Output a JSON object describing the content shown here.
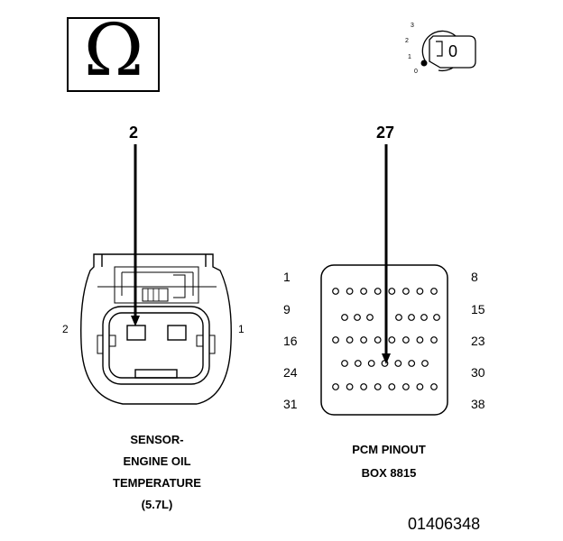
{
  "meter_symbol": "Ω",
  "ignition_key": {
    "icon": "ignition-key-icon",
    "positions": [
      "3",
      "2",
      "1",
      "0"
    ],
    "current": "0"
  },
  "sensor_connector": {
    "callout_pin": "2",
    "cavity_left": "2",
    "cavity_right": "1",
    "caption_lines": [
      "SENSOR-",
      "ENGINE OIL",
      "TEMPERATURE",
      "(5.7L)"
    ]
  },
  "pcm_connector": {
    "callout_pin": "27",
    "row_start_labels": [
      "1",
      "9",
      "16",
      "24",
      "31"
    ],
    "row_end_labels": [
      "8",
      "15",
      "23",
      "30",
      "38"
    ],
    "caption_lines": [
      "PCM PINOUT",
      "BOX 8815"
    ]
  },
  "figure_id": "01406348"
}
